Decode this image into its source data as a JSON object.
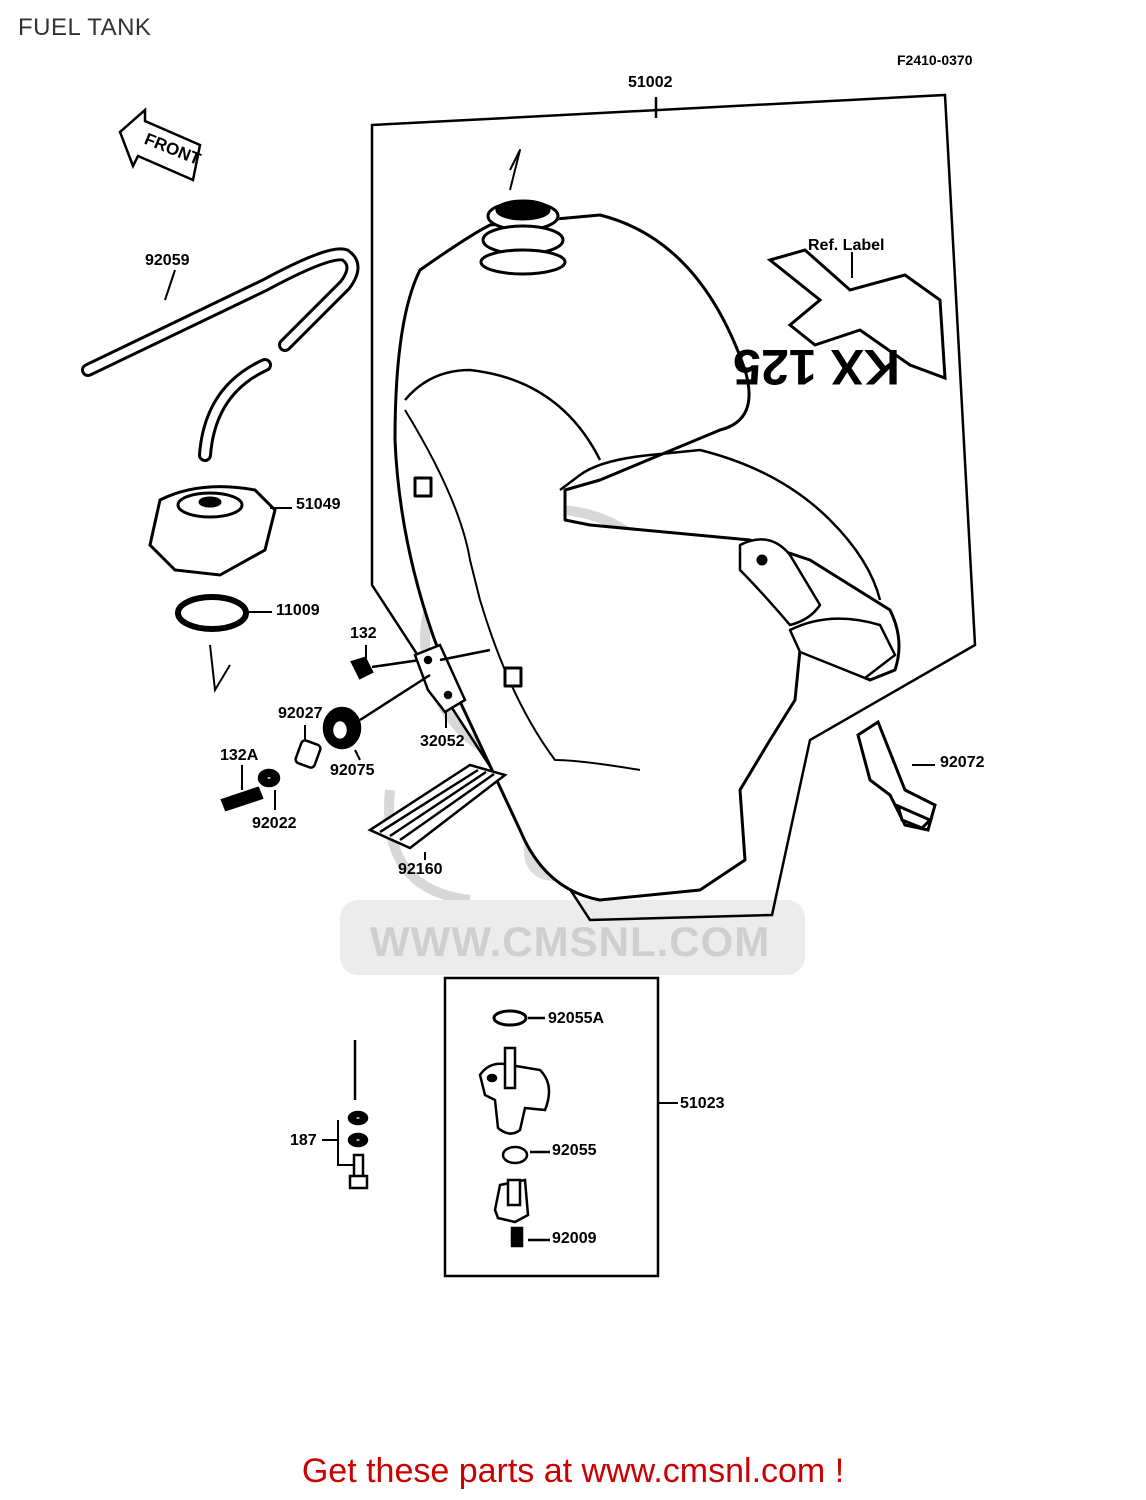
{
  "title": "FUEL TANK",
  "diagram_code": "F2410-0370",
  "front_arrow_label": "FRONT",
  "ref_label": "Ref. Label",
  "decal_text": "KX 125",
  "watermark": {
    "logo_text": "CMS",
    "url": "WWW.CMSNL.COM"
  },
  "parts": {
    "p51002": "51002",
    "p92059": "92059",
    "p51049": "51049",
    "p11009": "11009",
    "p132": "132",
    "p92027": "92027",
    "p32052": "32052",
    "p132a": "132A",
    "p92075": "92075",
    "p92022": "92022",
    "p92160": "92160",
    "p92072": "92072",
    "p92055a": "92055A",
    "p51023": "51023",
    "p187": "187",
    "p92055": "92055",
    "p92009": "92009"
  },
  "footer": "Get these parts at www.cmsnl.com !",
  "colors": {
    "footer": "#cc0000",
    "line": "#000000",
    "watermark": "#cfcfcf"
  }
}
